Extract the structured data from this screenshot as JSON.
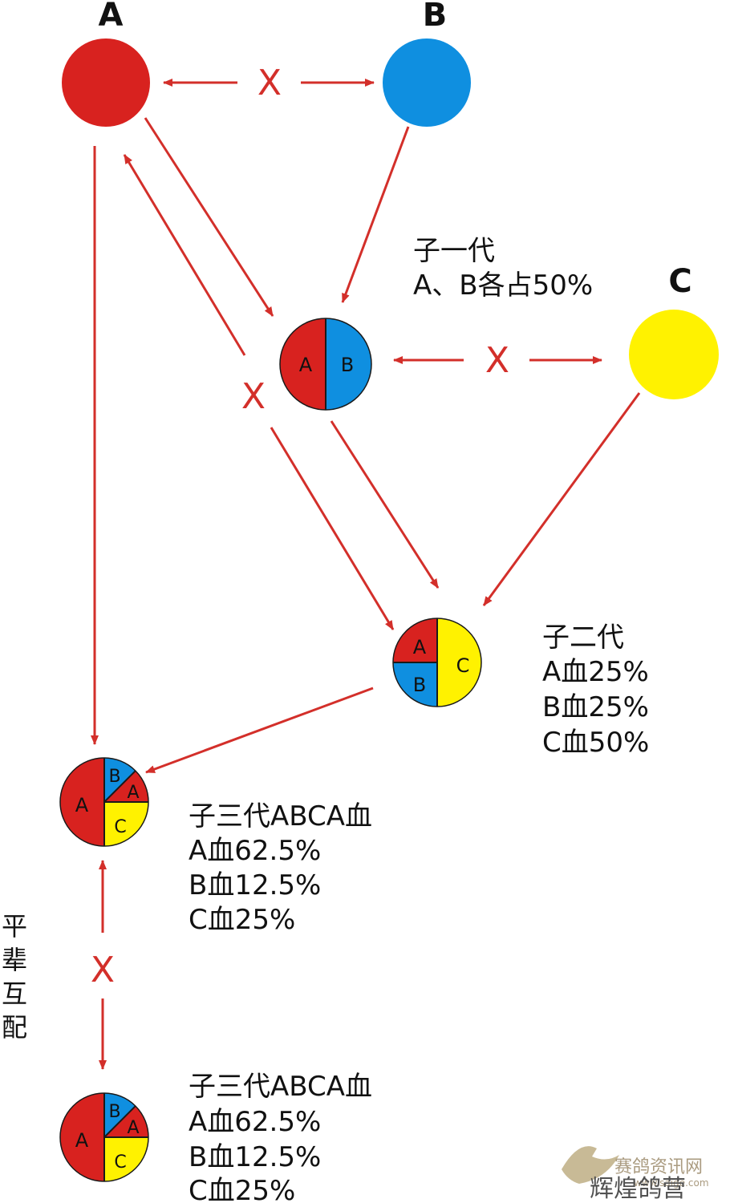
{
  "parents": {
    "a": {
      "label": "A",
      "color": "#d8221f"
    },
    "b": {
      "label": "B",
      "color": "#0f8fe0"
    },
    "c": {
      "label": "C",
      "color": "#fff200"
    }
  },
  "cross_symbol": "X",
  "arrow_color": "#d32f2a",
  "gen1": {
    "title": "子一代",
    "desc": "A、B各占50%",
    "pie": [
      "A",
      "B"
    ]
  },
  "gen2": {
    "title": "子二代",
    "lines": [
      "A血25%",
      "B血25%",
      "C血50%"
    ],
    "pie": [
      "A",
      "B",
      "C"
    ]
  },
  "gen3_upper": {
    "title": "子三代ABCA血",
    "lines": [
      "A血62.5%",
      "B血12.5%",
      "C血25%"
    ],
    "pie": [
      "A",
      "B",
      "A",
      "C"
    ]
  },
  "gen3_lower": {
    "title": "子三代ABCA血",
    "lines": [
      "A血62.5%",
      "B血12.5%",
      "C血25%"
    ],
    "pie": [
      "A",
      "B",
      "A",
      "C"
    ]
  },
  "side_label": [
    "平",
    "辈",
    "互",
    "配"
  ],
  "watermark": {
    "site": "赛鸽资讯网",
    "url": "www.saige.com",
    "loft": "辉煌鸽营"
  }
}
